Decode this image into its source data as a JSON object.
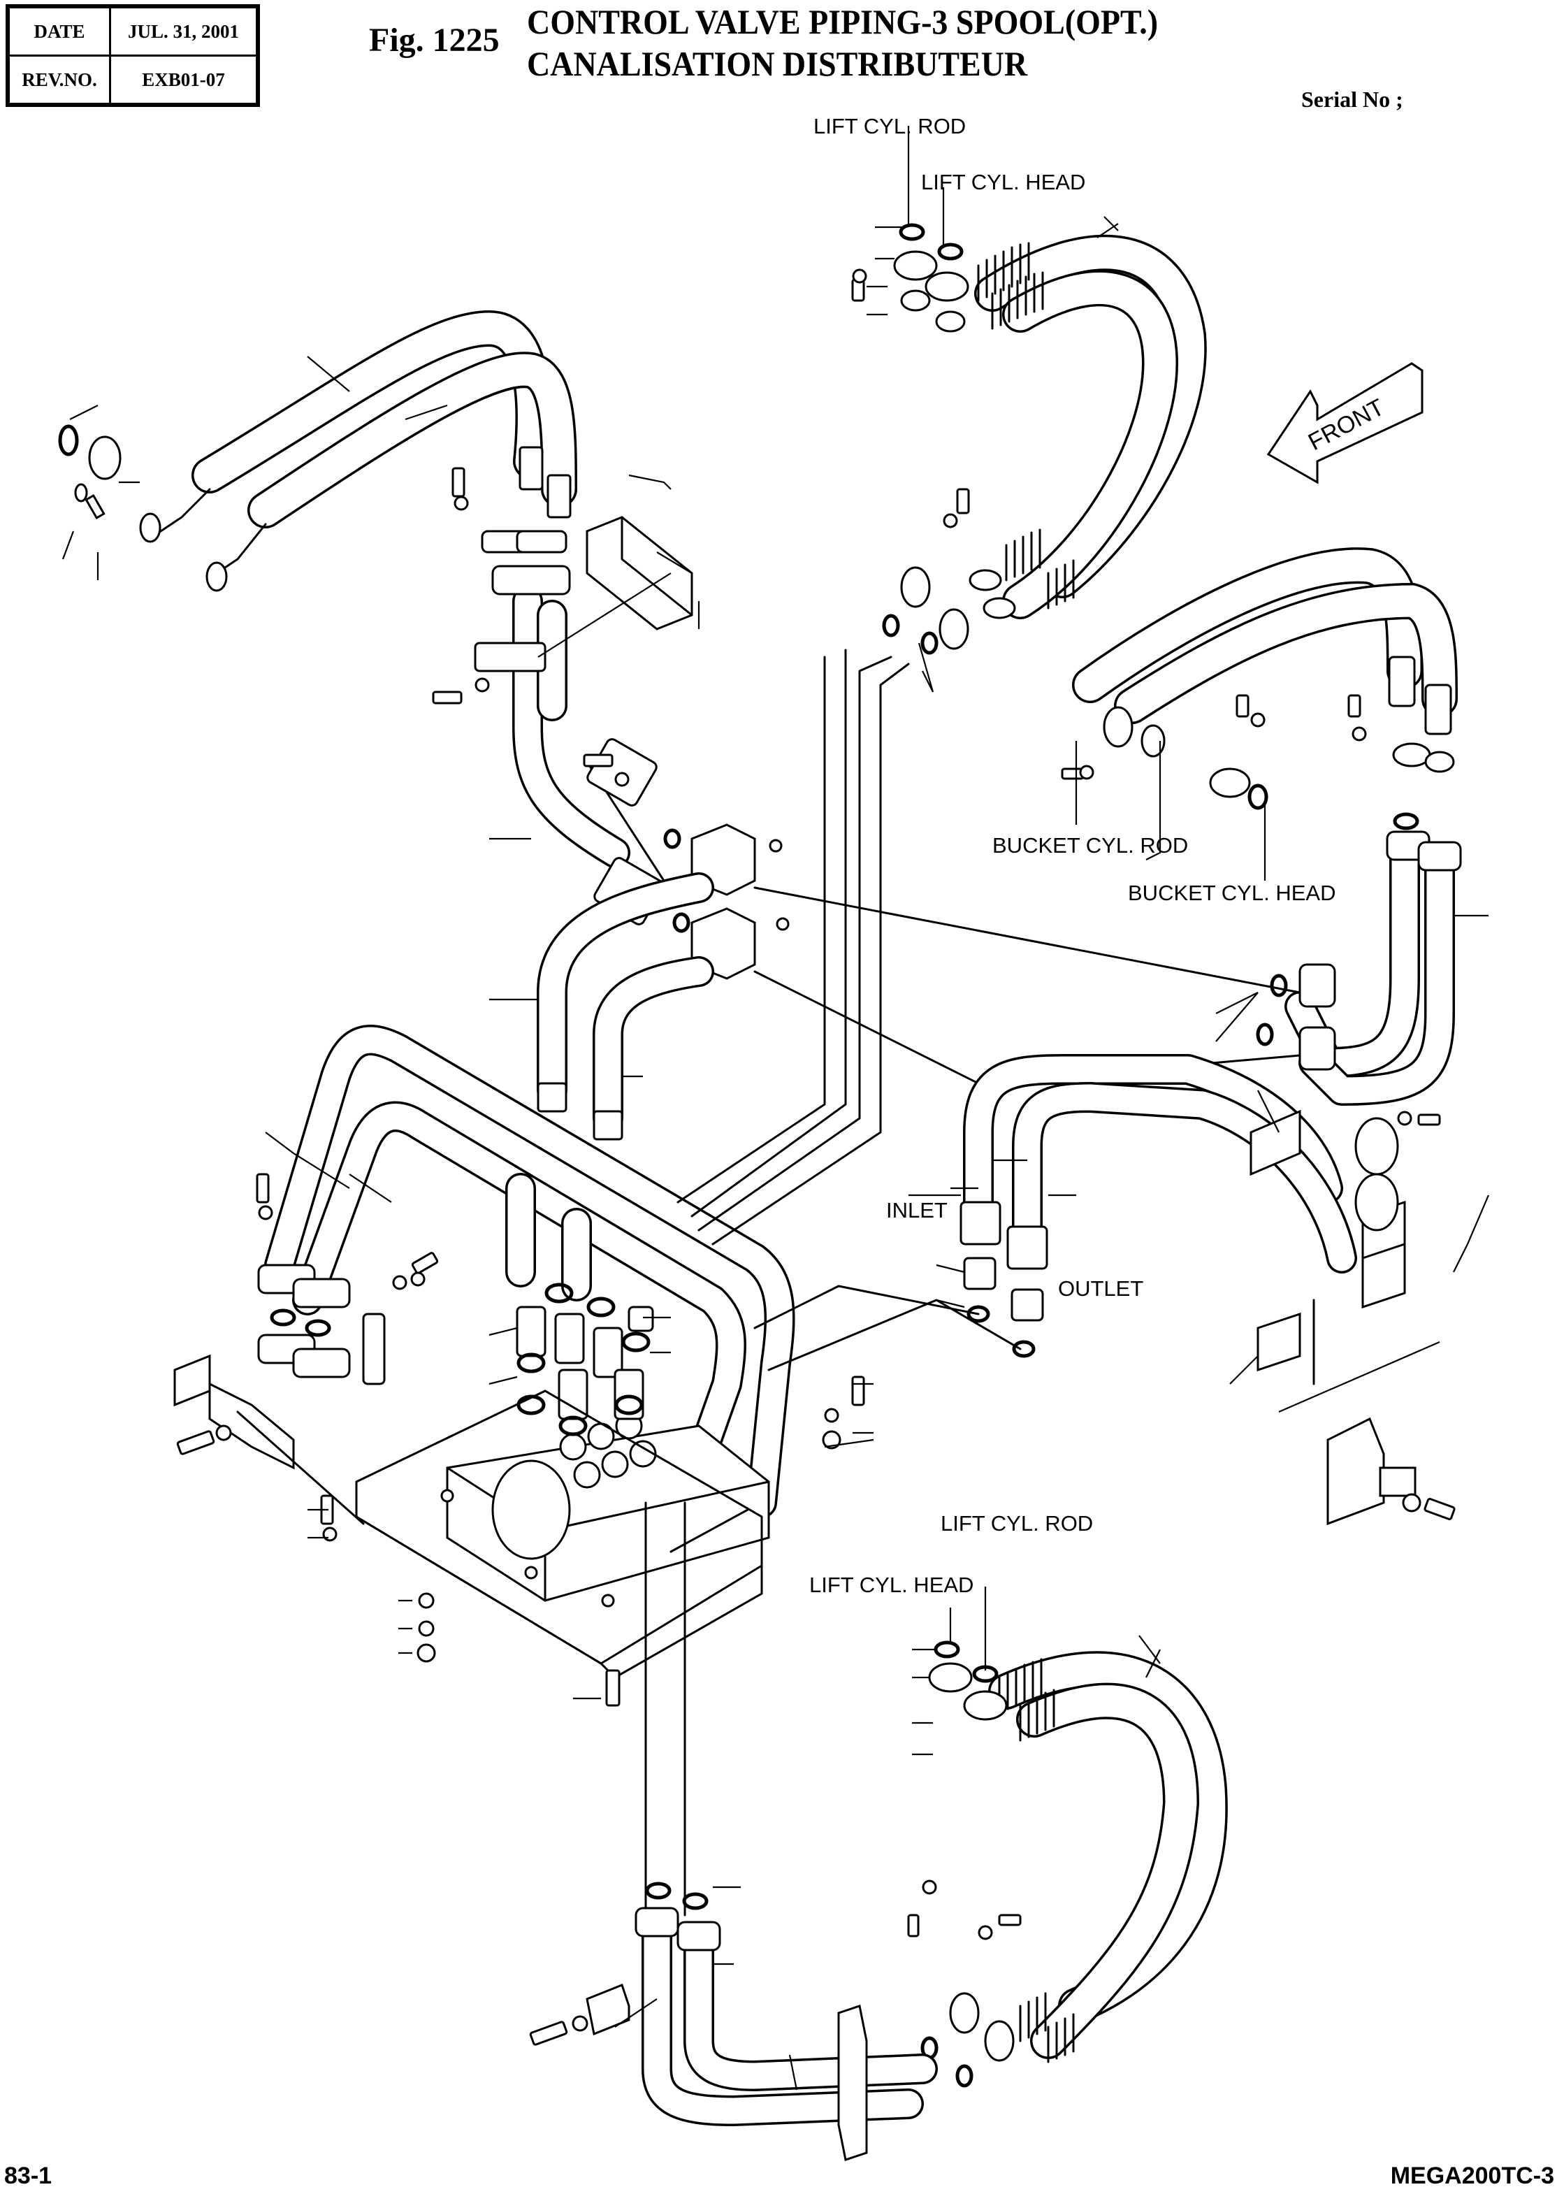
{
  "header": {
    "date_label": "DATE",
    "date_value": "JUL. 31, 2001",
    "rev_label": "REV.NO.",
    "rev_value": "EXB01-07",
    "figure_number": "Fig. 1225",
    "title_en": "CONTROL VALVE PIPING-3 SPOOL(OPT.)",
    "title_fr": "CANALISATION DISTRIBUTEUR",
    "serial_label": "Serial No ;"
  },
  "diagram": {
    "direction_indicator": "FRONT",
    "labels": {
      "lift_cyl_rod_top": "LIFT CYL. ROD",
      "lift_cyl_head_top": "LIFT CYL. HEAD",
      "bucket_cyl_rod": "BUCKET CYL. ROD",
      "bucket_cyl_head": "BUCKET CYL. HEAD",
      "inlet": "INLET",
      "outlet": "OUTLET",
      "lift_cyl_rod_bottom": "LIFT CYL. ROD",
      "lift_cyl_head_bottom": "LIFT CYL. HEAD"
    }
  },
  "footer": {
    "page_number": "83-1",
    "model": "MEGA200TC-3"
  }
}
